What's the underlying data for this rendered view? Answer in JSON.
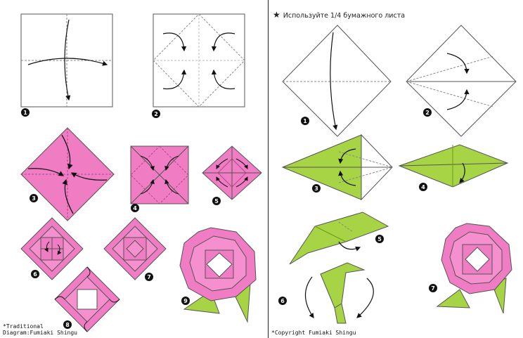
{
  "left_panel": {
    "steps": [
      "1",
      "2",
      "3",
      "4",
      "5",
      "6",
      "7",
      "8",
      "9"
    ],
    "note_line1": "*Traditional",
    "note_line2": " Diagram:Fumiaki Shingu"
  },
  "right_panel": {
    "header_text": "Используйте 1/4 бумажного листа",
    "steps": [
      "1",
      "2",
      "3",
      "4",
      "5",
      "6",
      "7"
    ],
    "copyright": "*Copyright Fumiaki Shingu"
  },
  "colors": {
    "pink": "#f07cc3",
    "pink_dark": "#d8549f",
    "green": "#a6d444",
    "green_dark": "#6b9a1d",
    "line": "#333333"
  }
}
